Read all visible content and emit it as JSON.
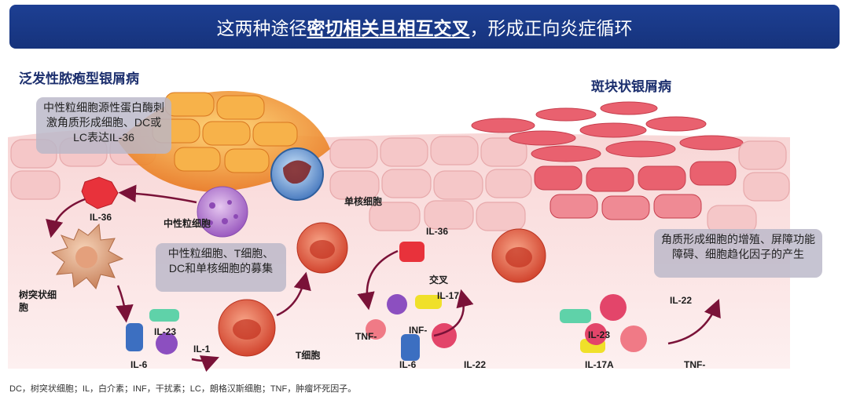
{
  "banner": {
    "prefix": "这两种途径",
    "highlight": "密切相关且相互交叉",
    "suffix": "，形成正向炎症循环"
  },
  "sections": {
    "left_title": "泛发性脓疱型银屑病",
    "right_title": "斑块状银屑病"
  },
  "notes": {
    "note1": "中性粒细胞源性蛋白酶刺激角质形成细胞、DC或LC表达IL-36",
    "note2": "中性粒细胞、T细胞、DC和单核细胞的募集",
    "note3": "角质形成细胞的增殖、屏障功能障碍、细胞趋化因子的产生"
  },
  "labels": {
    "il36_left": "IL-36",
    "neutrophil": "中性粒细胞",
    "monocyte": "单核细胞",
    "dendritic": "树突状细胞",
    "il23_left": "IL-23",
    "il6_left": "IL-6",
    "il1": "IL-1",
    "tcell": "T细胞",
    "il36_mid": "IL-36",
    "crossover": "交叉",
    "il17_mid": "IL-17",
    "inf_mid": "INF-",
    "tnf_mid": "TNF-",
    "il6_mid": "IL-6",
    "il22_mid": "IL-22",
    "il23_right": "IL-23",
    "il17a_right": "IL-17A",
    "il22_right": "IL-22",
    "tnf_right": "TNF-"
  },
  "footnote": "DC，树突状细胞；IL，白介素；INF，干扰素；LC，朗格汉斯细胞；TNF，肿瘤坏死因子。",
  "colors": {
    "banner": "#1d3f93",
    "title": "#1c2f6e",
    "arrow": "#7a1238",
    "skin": "#f6cfd0",
    "pustule": "#f29a2e",
    "plaque": "#e0505e"
  }
}
